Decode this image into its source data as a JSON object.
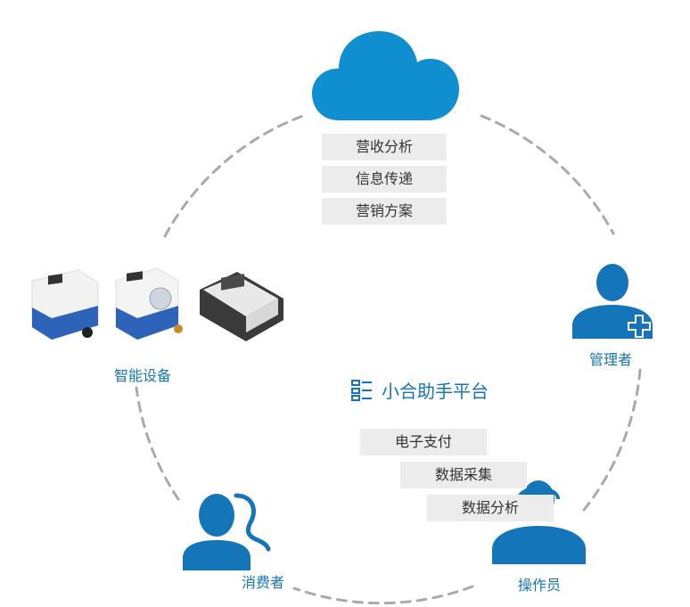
{
  "colors": {
    "accent": "#1476b8",
    "cloud": "#0f8fd0",
    "ring": "#aaaaaa",
    "pill_bg": "#ececec"
  },
  "cloud": {
    "icon": "cloud-icon",
    "items": [
      "营收分析",
      "信息传递",
      "营销方案"
    ]
  },
  "platform": {
    "icon": "app-grid-icon",
    "title": "小合助手平台",
    "items": [
      "电子支付",
      "数据采集",
      "数据分析"
    ]
  },
  "nodes": {
    "devices": {
      "label": "智能设备",
      "icon": "smart-meter-icon"
    },
    "manager": {
      "label": "管理者",
      "icon": "manager-plus-icon"
    },
    "consumer": {
      "label": "消费者",
      "icon": "consumer-icon"
    },
    "operator": {
      "label": "操作员",
      "icon": "operator-icon"
    }
  }
}
